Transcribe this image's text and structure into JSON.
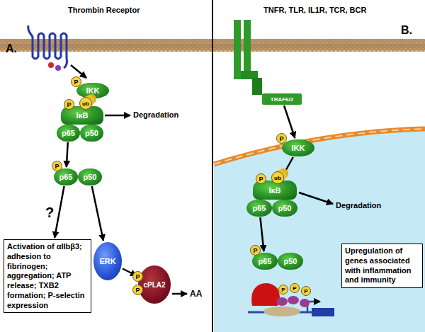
{
  "diagram": {
    "nodes": [
      {
        "text": [
          "IKK"
        ]
      },
      {
        "text": [
          "P"
        ],
        "in": 0
      },
      {
        "text": [
          "IκB"
        ]
      },
      {
        "text": [
          "P"
        ],
        "in": 2
      },
      {
        "text": [
          "ub"
        ],
        "in": 2
      },
      {
        "text": [
          "p65"
        ]
      },
      {
        "text": [
          "p50"
        ]
      },
      {
        "text": [
          "p65"
        ]
      },
      {
        "text": [
          "P"
        ],
        "in": 7
      },
      {
        "text": [
          "p50"
        ]
      },
      {
        "text": [
          "Activation of αIIbβ3; adhesion to fibrinogen; aggregation; ATP release; TXB2 formation; P-selectin expression"
        ]
      },
      {
        "text": [
          "ERK"
        ]
      },
      {
        "text": [
          "cPLA2"
        ]
      },
      {
        "text": [
          "P"
        ],
        "in": 12
      },
      {
        "text": [
          "P"
        ],
        "in": 12
      },
      {
        "text": [
          "TRAF6/2"
        ]
      },
      {
        "text": [
          "IKK"
        ]
      },
      {
        "text": [
          "P"
        ],
        "in": 16
      },
      {
        "text": [
          "IκB"
        ]
      },
      {
        "text": [
          "P"
        ],
        "in": 18
      },
      {
        "text": [
          "ub"
        ],
        "in": 18
      },
      {
        "text": [
          "p65"
        ]
      },
      {
        "text": [
          "p50"
        ]
      },
      {
        "text": [
          "p65"
        ]
      },
      {
        "text": [
          "P"
        ],
        "in": 23
      },
      {
        "text": [
          "p50"
        ]
      },
      {
        "text": [
          "Upregulation of genes associated with inflammation and immunity"
        ]
      }
    ],
    "edges": [
      {
        "from": 0,
        "to": 2,
        "arrow": "to"
      },
      {
        "from": 5,
        "to": 7,
        "arrow": "to"
      },
      {
        "from": 7,
        "to": 10,
        "label": "?",
        "arrow": "to"
      },
      {
        "from": 9,
        "to": 11,
        "arrow": "to"
      },
      {
        "from": 11,
        "to": 12,
        "arrow": "to"
      },
      {
        "from": 15,
        "to": 16,
        "arrow": "to"
      },
      {
        "from": 16,
        "to": 18,
        "arrow": "to"
      },
      {
        "from": 21,
        "to": 23,
        "arrow": "to"
      }
    ],
    "labels": [
      "Thrombin Receptor",
      "TNFR, TLR, IL1R, TCR, BCR",
      "A.",
      "B.",
      "Degradation",
      "Degradation",
      "AA",
      "P",
      "P",
      "P"
    ]
  }
}
